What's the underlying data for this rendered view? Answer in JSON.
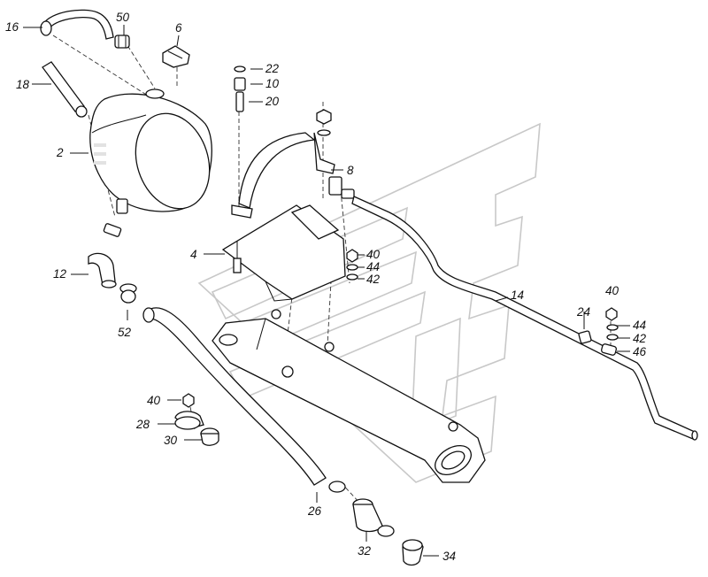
{
  "diagram": {
    "callouts": [
      {
        "id": "16",
        "text": "16"
      },
      {
        "id": "50",
        "text": "50"
      },
      {
        "id": "6",
        "text": "6"
      },
      {
        "id": "22",
        "text": "22"
      },
      {
        "id": "10",
        "text": "10"
      },
      {
        "id": "20",
        "text": "20"
      },
      {
        "id": "18",
        "text": "18"
      },
      {
        "id": "2",
        "text": "2"
      },
      {
        "id": "8",
        "text": "8"
      },
      {
        "id": "4",
        "text": "4"
      },
      {
        "id": "40a",
        "text": "40"
      },
      {
        "id": "44a",
        "text": "44"
      },
      {
        "id": "42a",
        "text": "42"
      },
      {
        "id": "12",
        "text": "12"
      },
      {
        "id": "14",
        "text": "14"
      },
      {
        "id": "40b",
        "text": "40"
      },
      {
        "id": "24",
        "text": "24"
      },
      {
        "id": "44b",
        "text": "44"
      },
      {
        "id": "42b",
        "text": "42"
      },
      {
        "id": "46",
        "text": "46"
      },
      {
        "id": "52",
        "text": "52"
      },
      {
        "id": "40c",
        "text": "40"
      },
      {
        "id": "28",
        "text": "28"
      },
      {
        "id": "30",
        "text": "30"
      },
      {
        "id": "26",
        "text": "26"
      },
      {
        "id": "32",
        "text": "32"
      },
      {
        "id": "34",
        "text": "34"
      }
    ]
  }
}
